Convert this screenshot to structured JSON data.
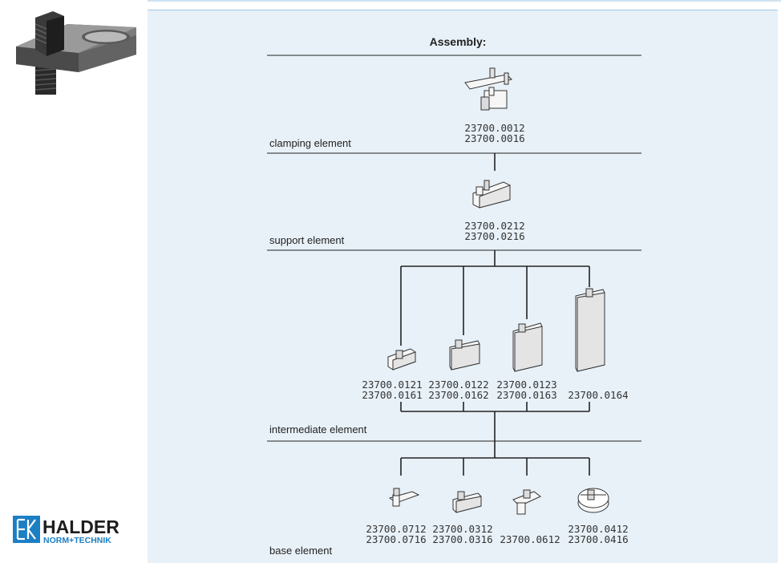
{
  "header": {
    "title": "Assembly:"
  },
  "brand": {
    "name": "HALDER",
    "tagline": "NORM+TECHNIK",
    "color": "#1c7fc4"
  },
  "levels": {
    "clamping": {
      "label": "clamping element",
      "codes": [
        "23700.0012",
        "23700.0016"
      ],
      "icon": "clamping-assembly-icon"
    },
    "support": {
      "label": "support element",
      "codes": [
        "23700.0212",
        "23700.0216"
      ],
      "icon": "support-block-icon"
    },
    "intermediate": {
      "label": "intermediate element",
      "items": [
        {
          "codes": [
            "23700.0121",
            "23700.0161"
          ],
          "icon": "intermediate-small-icon"
        },
        {
          "codes": [
            "23700.0122",
            "23700.0162"
          ],
          "icon": "intermediate-medium-icon"
        },
        {
          "codes": [
            "23700.0123",
            "23700.0163"
          ],
          "icon": "intermediate-large-icon"
        },
        {
          "codes": [
            "23700.0164"
          ],
          "icon": "intermediate-tall-icon"
        }
      ]
    },
    "base": {
      "label": "base element",
      "items": [
        {
          "codes": [
            "23700.0712",
            "23700.0716"
          ],
          "icon": "base-stud-icon"
        },
        {
          "codes": [
            "23700.0312",
            "23700.0316"
          ],
          "icon": "base-block-icon"
        },
        {
          "codes": [
            "23700.0612"
          ],
          "icon": "base-angled-icon"
        },
        {
          "codes": [
            "23700.0412",
            "23700.0416"
          ],
          "icon": "base-round-icon"
        }
      ]
    }
  }
}
